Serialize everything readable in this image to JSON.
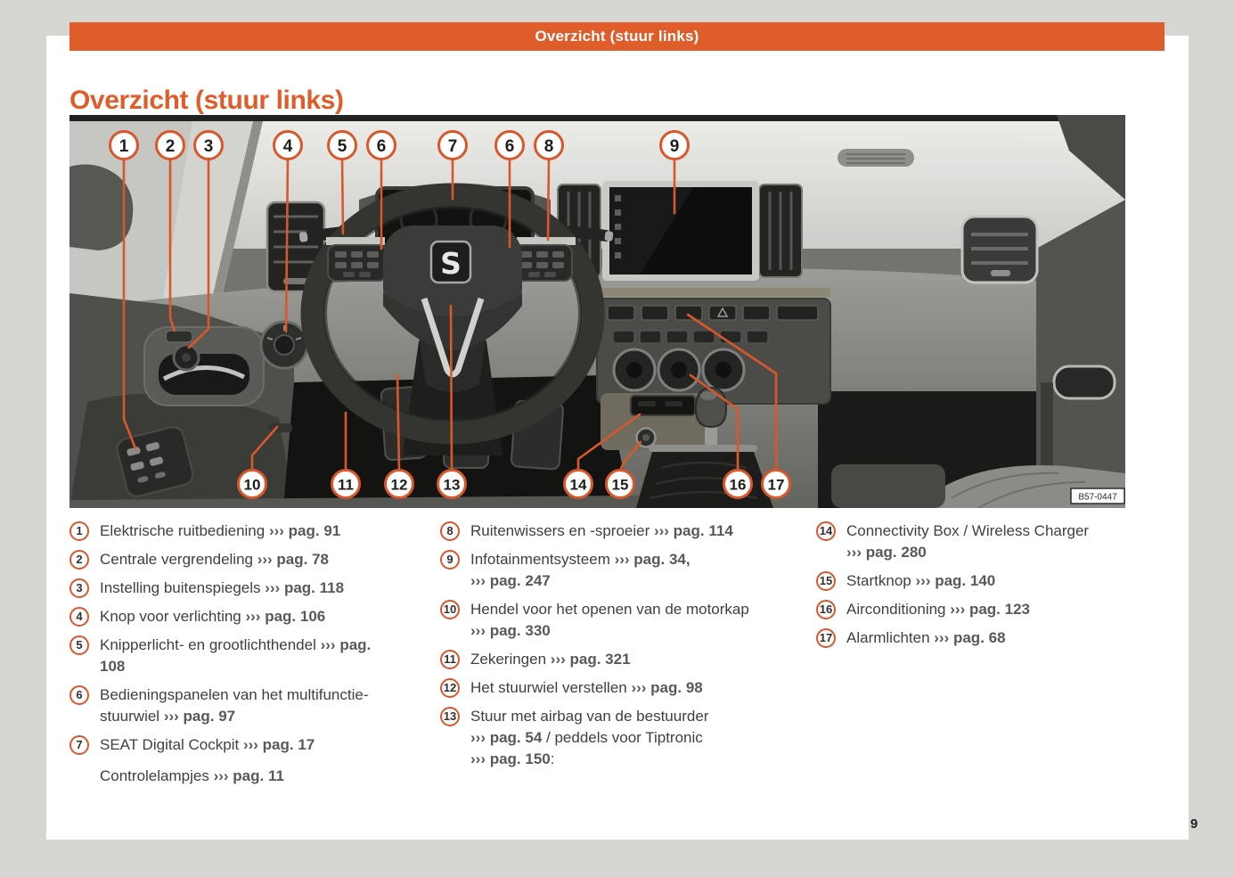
{
  "page": {
    "header_title": "Overzicht (stuur links)",
    "heading": "Overzicht (stuur links)",
    "page_number": "9"
  },
  "colors": {
    "accent_orange": "#DF5D2B",
    "callout_orange": "#D8572B",
    "body_text": "#3F3F41",
    "ref_text": "#59595B"
  },
  "figure": {
    "label": "B57-0447",
    "callouts": [
      "1",
      "2",
      "3",
      "4",
      "5",
      "6",
      "7",
      "6",
      "8",
      "9",
      "10",
      "11",
      "12",
      "13",
      "14",
      "15",
      "16",
      "17"
    ]
  },
  "legend": {
    "columns": [
      [
        {
          "num": "1",
          "segments": [
            {
              "text": "Elektrische ruitbediening "
            },
            {
              "text": "››› pag. 91",
              "ref": true
            }
          ]
        },
        {
          "num": "2",
          "segments": [
            {
              "text": "Centrale vergrendeling "
            },
            {
              "text": "››› pag. 78",
              "ref": true
            }
          ]
        },
        {
          "num": "3",
          "segments": [
            {
              "text": "Instelling buitenspiegels "
            },
            {
              "text": "››› pag. 118",
              "ref": true
            }
          ]
        },
        {
          "num": "4",
          "segments": [
            {
              "text": "Knop voor verlichting "
            },
            {
              "text": "››› pag. 106",
              "ref": true
            }
          ]
        },
        {
          "num": "5",
          "segments": [
            {
              "text": "Knipperlicht- en grootlichthendel "
            },
            {
              "text": "››› pag.\n108",
              "ref": true
            }
          ]
        },
        {
          "num": "6",
          "segments": [
            {
              "text": "Bedieningspanelen van het multifunctie-\nstuurwiel "
            },
            {
              "text": "››› pag. 97",
              "ref": true
            }
          ]
        },
        {
          "num": "7",
          "segments": [
            {
              "text": "SEAT Digital Cockpit "
            },
            {
              "text": "››› pag. 17",
              "ref": true
            }
          ]
        },
        {
          "num": "",
          "gap_before": true,
          "segments": [
            {
              "text": "Controlelampjes "
            },
            {
              "text": "››› pag. 11",
              "ref": true
            }
          ]
        }
      ],
      [
        {
          "num": "8",
          "segments": [
            {
              "text": "Ruitenwissers en -sproeier "
            },
            {
              "text": "››› pag. 114",
              "ref": true
            }
          ]
        },
        {
          "num": "9",
          "segments": [
            {
              "text": "Infotainmentsysteem "
            },
            {
              "text": "››› pag. 34,\n››› pag. 247",
              "ref": true
            }
          ]
        },
        {
          "num": "10",
          "segments": [
            {
              "text": "Hendel voor het openen van de motorkap\n"
            },
            {
              "text": "››› pag. 330",
              "ref": true
            }
          ]
        },
        {
          "num": "11",
          "segments": [
            {
              "text": "Zekeringen "
            },
            {
              "text": "››› pag. 321",
              "ref": true
            }
          ]
        },
        {
          "num": "12",
          "segments": [
            {
              "text": "Het stuurwiel verstellen "
            },
            {
              "text": "››› pag. 98",
              "ref": true
            }
          ]
        },
        {
          "num": "13",
          "segments": [
            {
              "text": "Stuur met airbag van de bestuurder\n"
            },
            {
              "text": "››› pag. 54",
              "ref": true
            },
            {
              "text": " / peddels voor Tiptronic\n"
            },
            {
              "text": "››› pag. 150",
              "ref": true
            },
            {
              "text": ":"
            }
          ]
        }
      ],
      [
        {
          "num": "14",
          "segments": [
            {
              "text": "Connectivity Box / Wireless Charger\n"
            },
            {
              "text": "››› pag. 280",
              "ref": true
            }
          ]
        },
        {
          "num": "15",
          "segments": [
            {
              "text": "Startknop "
            },
            {
              "text": "››› pag. 140",
              "ref": true
            }
          ]
        },
        {
          "num": "16",
          "segments": [
            {
              "text": "Airconditioning "
            },
            {
              "text": "››› pag. 123",
              "ref": true
            }
          ]
        },
        {
          "num": "17",
          "segments": [
            {
              "text": "Alarmlichten "
            },
            {
              "text": "››› pag. 68",
              "ref": true
            }
          ]
        }
      ]
    ]
  }
}
